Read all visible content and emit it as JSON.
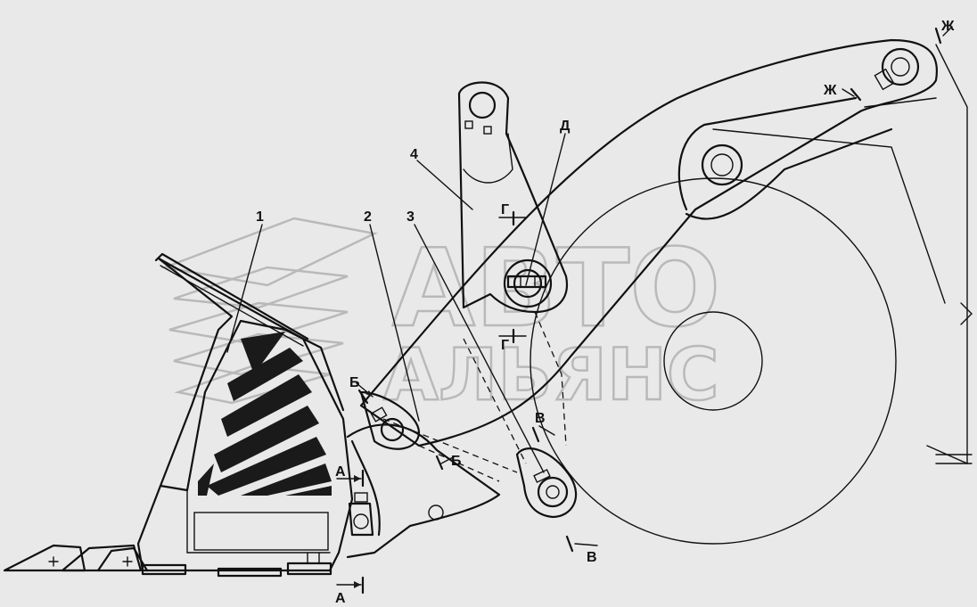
{
  "watermark": {
    "line1": "АВТО",
    "line2": "АЛЬЯНС"
  },
  "callouts": {
    "part1": "1",
    "part2": "2",
    "part3": "3",
    "part4": "4",
    "detail_d": "Д"
  },
  "sections": {
    "a": "А",
    "b": "Б",
    "v": "В",
    "g": "Г",
    "zh": "Ж"
  },
  "colors": {
    "background": "#e9e9e9",
    "line": "#111111",
    "watermark": "#9a9a9a"
  }
}
